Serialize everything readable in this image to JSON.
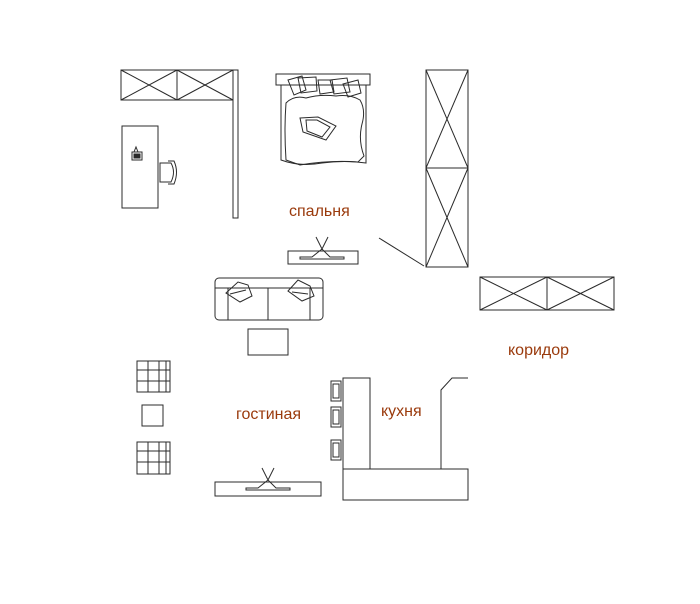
{
  "labels": {
    "bedroom": "спальня",
    "corridor": "коридор",
    "living_room": "гостиная",
    "kitchen": "кухня"
  },
  "colors": {
    "label": "#9a3a0c",
    "line": "#2b2b2b",
    "background": "#ffffff"
  },
  "icons": [
    "wardrobe-icon",
    "desk-icon",
    "chair-icon",
    "bed-icon",
    "tv-stand-icon",
    "sofa-icon",
    "rug-icon",
    "armchair-icon",
    "side-table-icon",
    "kitchen-counter-icon",
    "bar-stool-icon"
  ]
}
